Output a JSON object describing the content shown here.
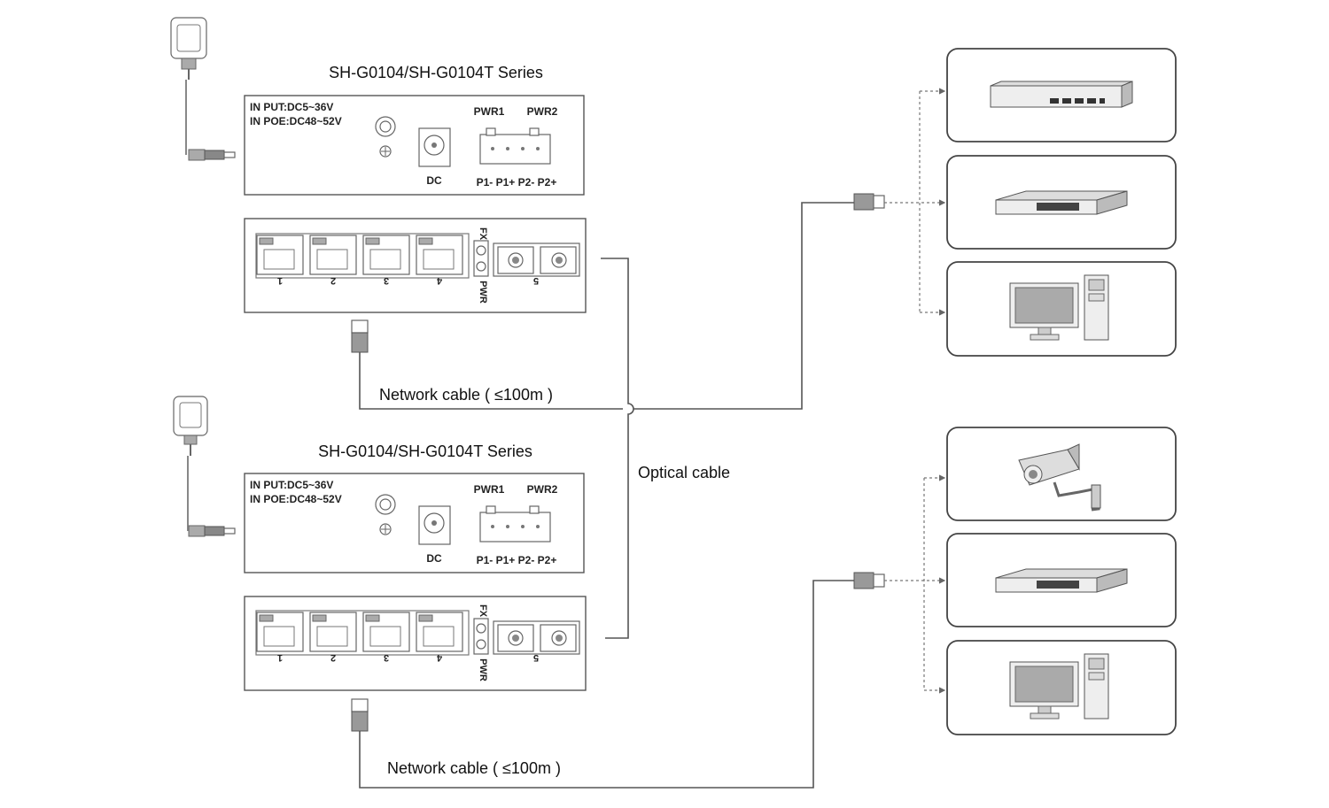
{
  "unit_top": {
    "series_title": "SH-G0104/SH-G0104T Series",
    "input_line1": "IN PUT:DC5~36V",
    "input_line2": "IN POE:DC48~52V",
    "pwr1": "PWR1",
    "pwr2": "PWR2",
    "dc": "DC",
    "terminals": "P1- P1+ P2- P2+",
    "fx": "FX",
    "pwr_led": "PWR",
    "ports": [
      "1",
      "2",
      "3",
      "4"
    ],
    "fiber_port": "5",
    "network_cable": "Network cable ( ≤100m )"
  },
  "unit_bottom": {
    "series_title": "SH-G0104/SH-G0104T Series",
    "input_line1": "IN PUT:DC5~36V",
    "input_line2": "IN POE:DC48~52V",
    "pwr1": "PWR1",
    "pwr2": "PWR2",
    "dc": "DC",
    "terminals": "P1- P1+ P2- P2+",
    "fx": "FX",
    "pwr_led": "PWR",
    "ports": [
      "1",
      "2",
      "3",
      "4"
    ],
    "fiber_port": "5",
    "network_cable": "Network cable ( ≤100m )"
  },
  "optical_cable": "Optical cable",
  "devices_top": [
    "router-icon",
    "switch-icon",
    "computer-icon"
  ],
  "devices_bottom": [
    "camera-icon",
    "switch-icon",
    "computer-icon"
  ]
}
